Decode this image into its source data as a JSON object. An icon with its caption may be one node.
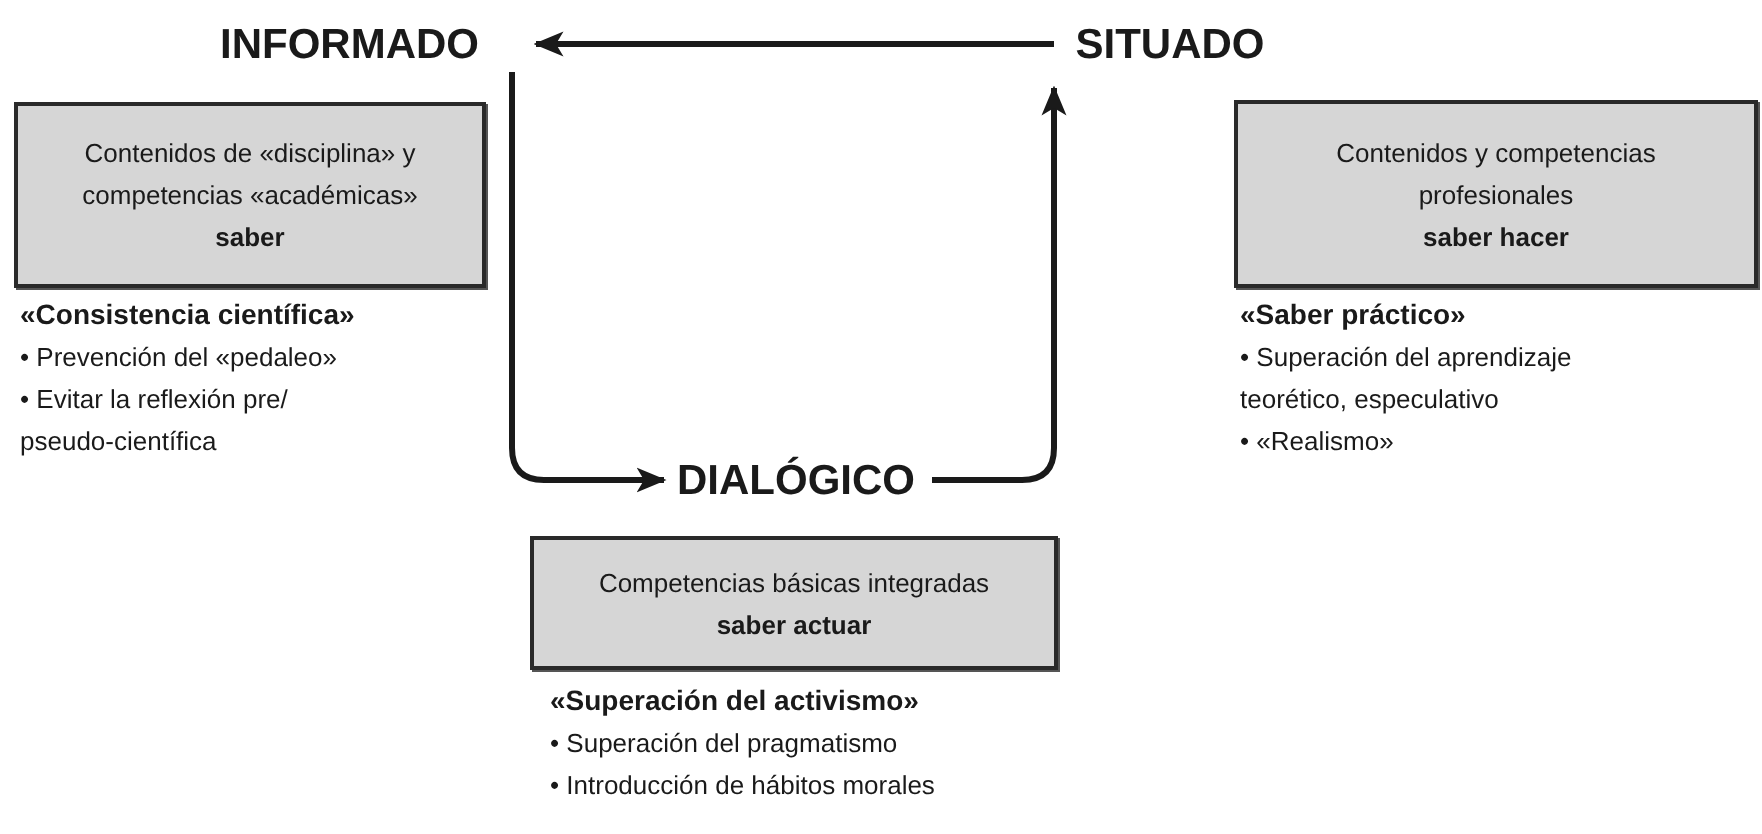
{
  "diagram": {
    "nodes": [
      {
        "text": [
          "INFORMADO"
        ]
      },
      {
        "text": [
          "SITUADO"
        ]
      },
      {
        "text": [
          "DIALÓGICO"
        ]
      },
      {
        "text": [
          "Contenidos de «disciplina» y competencias «académicas»",
          "saber"
        ],
        "beside": [
          "«Consistencia científica»",
          "• Prevención del «pedaleo»",
          "• Evitar la reflexión pre/ pseudo-científica"
        ]
      },
      {
        "text": [
          "Contenidos y competencias profesionales",
          "saber hacer"
        ],
        "beside": [
          "«Saber práctico»",
          "• Superación del aprendizaje teorético, especulativo",
          "• «Realismo»"
        ]
      },
      {
        "text": [
          "Competencias básicas integradas",
          "saber actuar"
        ],
        "beside": [
          "«Superación del activismo»",
          "• Superación del pragmatismo",
          "• Introducción de hábitos morales"
        ]
      }
    ],
    "edges": [
      {
        "from": 1,
        "to": 0,
        "arrow": "to"
      },
      {
        "from": 0,
        "to": 2,
        "arrow": "to"
      },
      {
        "from": 2,
        "to": 1,
        "arrow": "to"
      }
    ]
  }
}
